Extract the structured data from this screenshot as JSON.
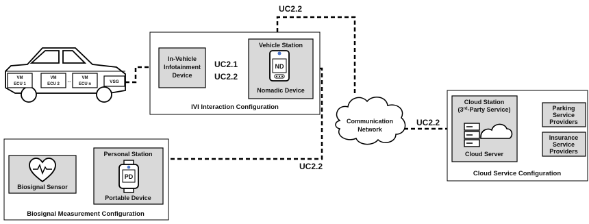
{
  "car": {
    "ecus": [
      {
        "line1": "VM",
        "line2": "ECU 1"
      },
      {
        "line1": "VM",
        "line2": "ECU 2"
      },
      {
        "line1": "VM",
        "line2": "ECU n"
      }
    ],
    "dots": "...",
    "gateway": "VSG"
  },
  "ivi": {
    "config_label": "IVI Interaction Configuration",
    "infotainment": {
      "line1": "In-Vehicle",
      "line2": "Infotainment",
      "line3": "Device"
    },
    "link_labels": {
      "top": "UC2.1",
      "bottom": "UC2.2"
    },
    "vehicle_station": {
      "title": "Vehicle Station",
      "device_badge": "ND",
      "device_label": "Nomadic Device"
    }
  },
  "links": {
    "top": "UC2.2",
    "biosignal": "UC2.2",
    "cloud": "UC2.2"
  },
  "network": {
    "line1": "Communication",
    "line2": "Network"
  },
  "bio": {
    "config_label": "Biosignal Measurement Configuration",
    "sensor_label": "Biosignal Sensor",
    "personal_station": {
      "title": "Personal Station",
      "device_badge": "PD",
      "device_label": "Portable Device"
    }
  },
  "cloud": {
    "config_label": "Cloud Service Configuration",
    "station": {
      "line1": "Cloud Station",
      "line2_pre": "(3",
      "line2_sup": "rd",
      "line2_post": "-Party Service)"
    },
    "server_label": "Cloud Server",
    "providers": [
      {
        "line1": "Parking",
        "line2": "Service",
        "line3": "Providers"
      },
      {
        "line1": "Insurance",
        "line2": "Service",
        "line3": "Providers"
      }
    ]
  },
  "colors": {
    "box_fill": "#d9d9d9",
    "stroke": "#000000"
  }
}
